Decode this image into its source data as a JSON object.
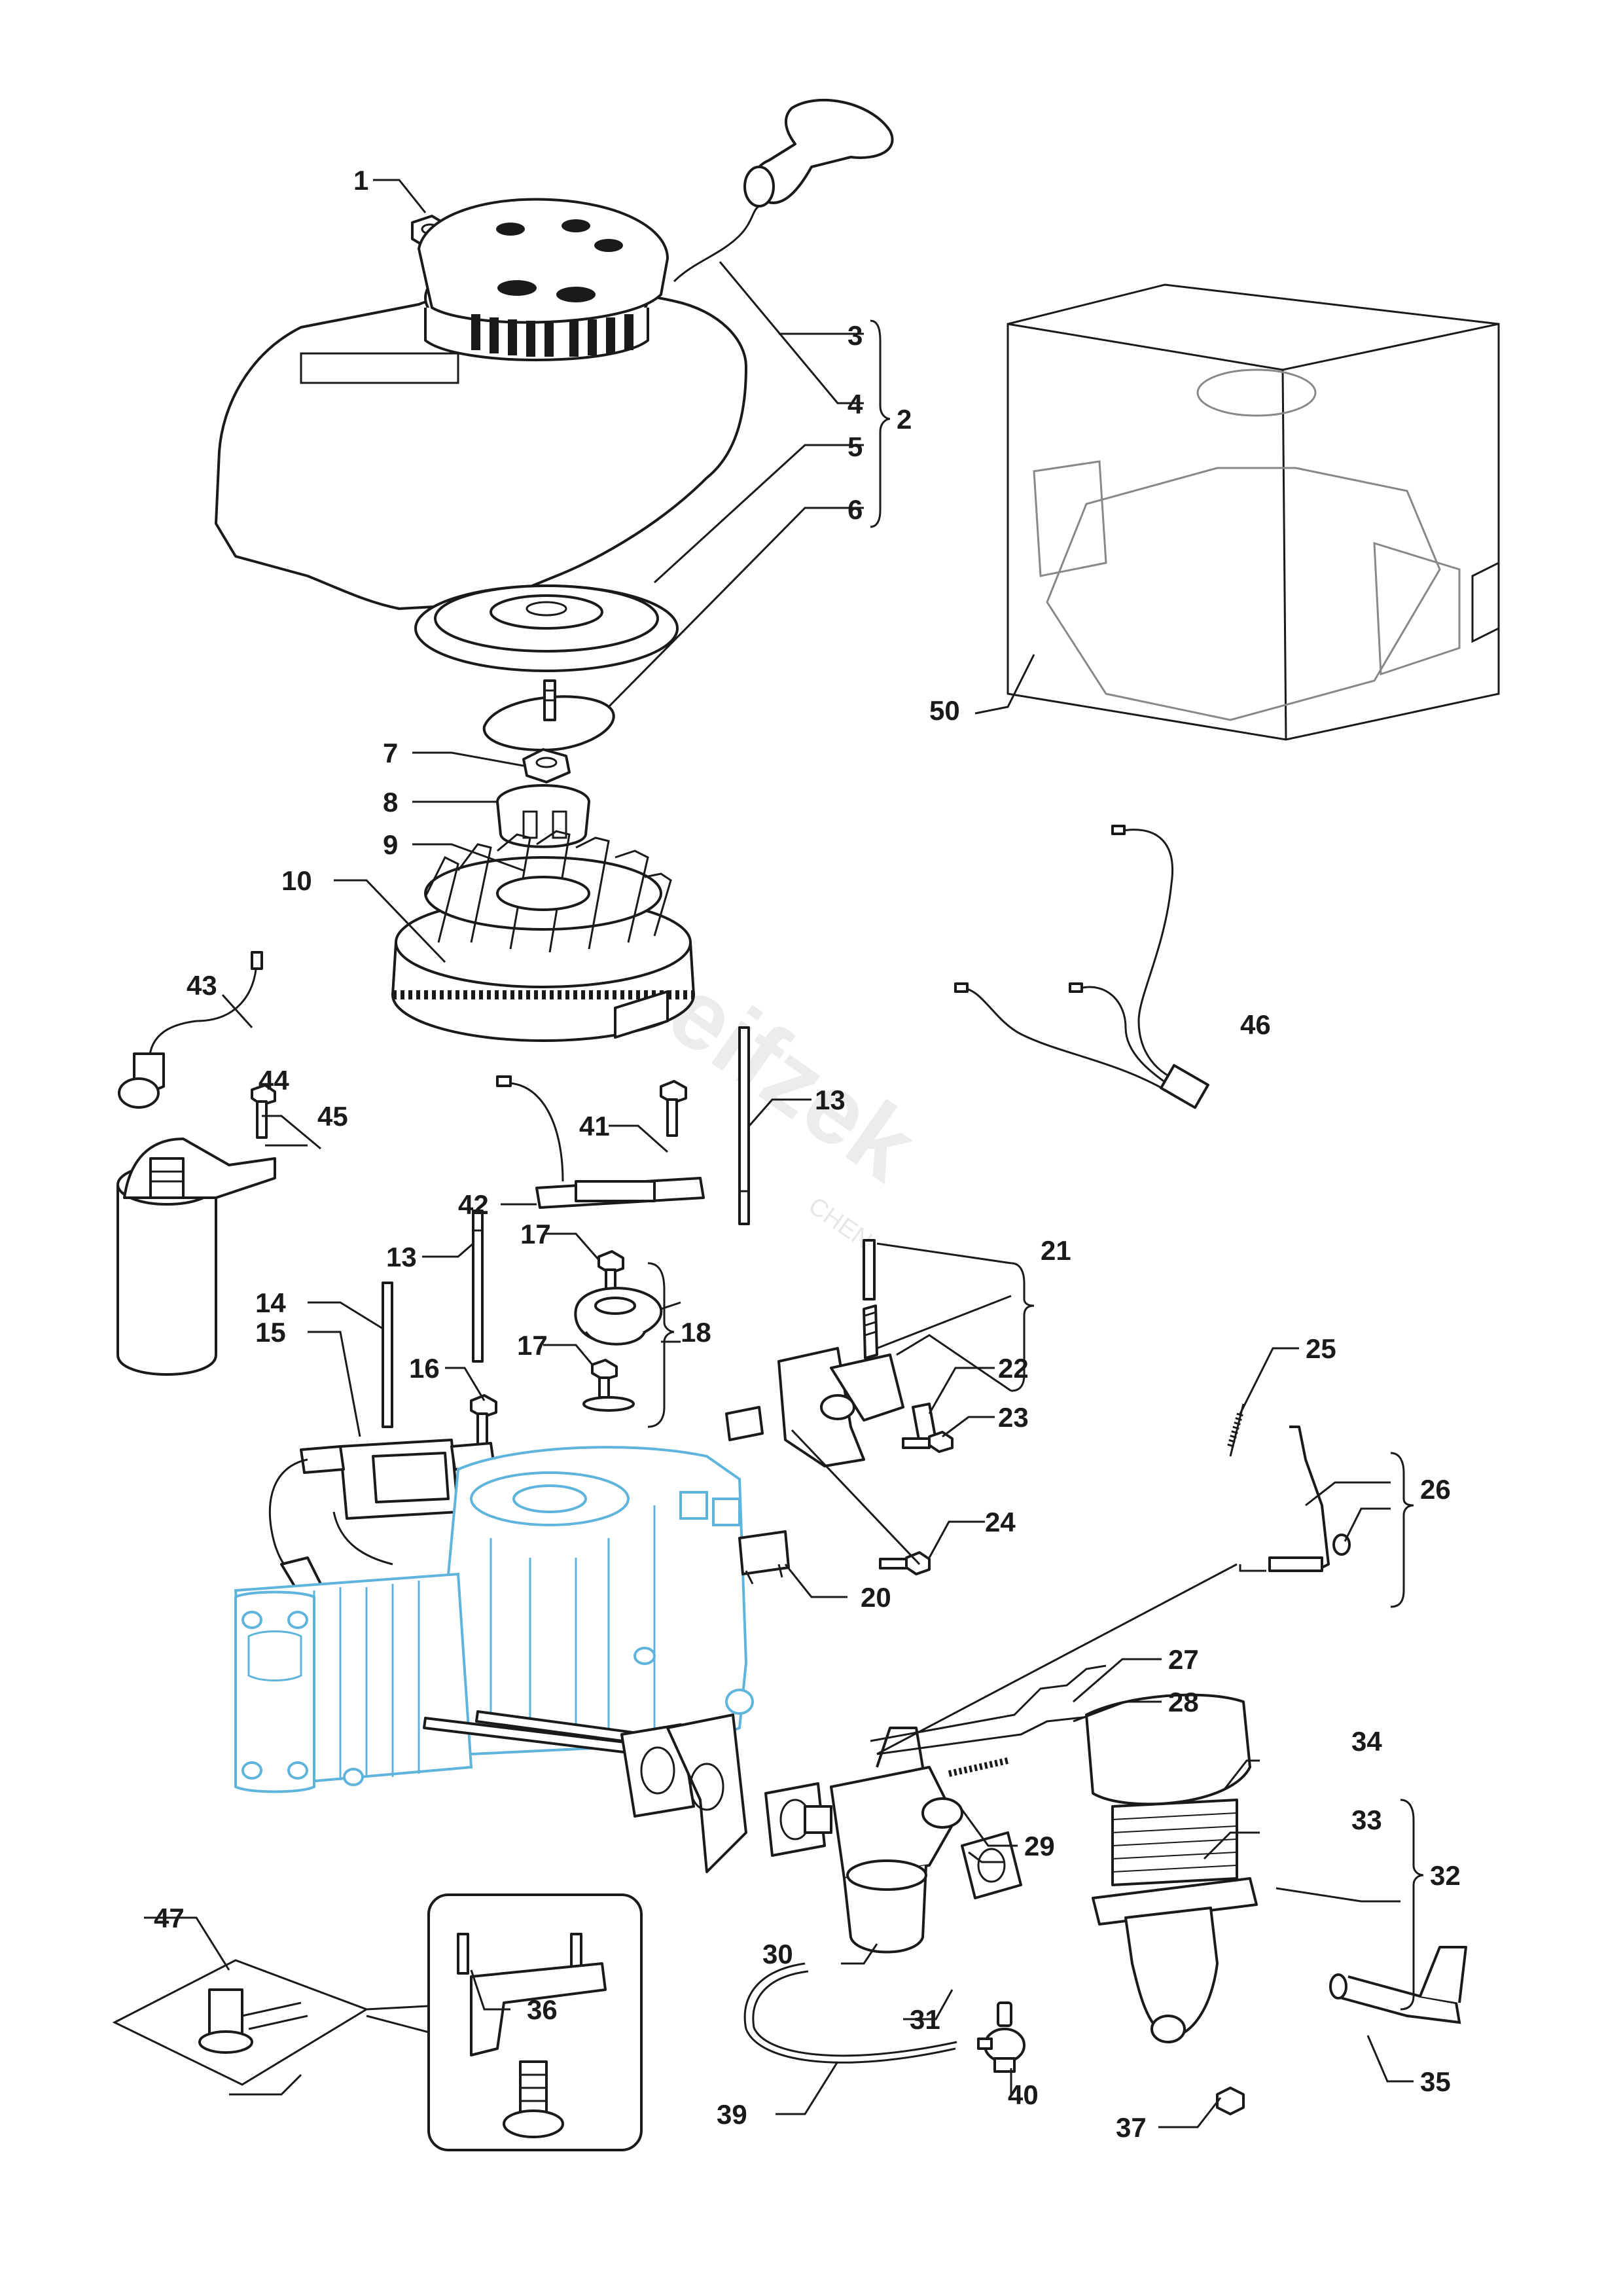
{
  "watermark": {
    "brand": "Streifzek",
    "sub": "CHEN"
  },
  "callouts": [
    {
      "key": "c1",
      "text": "1"
    },
    {
      "key": "c2",
      "text": "2"
    },
    {
      "key": "c3",
      "text": "3"
    },
    {
      "key": "c4",
      "text": "4"
    },
    {
      "key": "c5",
      "text": "5"
    },
    {
      "key": "c6",
      "text": "6"
    },
    {
      "key": "c7",
      "text": "7"
    },
    {
      "key": "c8",
      "text": "8"
    },
    {
      "key": "c9",
      "text": "9"
    },
    {
      "key": "c10",
      "text": "10"
    },
    {
      "key": "c13a",
      "text": "13"
    },
    {
      "key": "c13b",
      "text": "13"
    },
    {
      "key": "c14",
      "text": "14"
    },
    {
      "key": "c15",
      "text": "15"
    },
    {
      "key": "c16",
      "text": "16"
    },
    {
      "key": "c17a",
      "text": "17"
    },
    {
      "key": "c17b",
      "text": "17"
    },
    {
      "key": "c18",
      "text": "18"
    },
    {
      "key": "c20",
      "text": "20"
    },
    {
      "key": "c21",
      "text": "21"
    },
    {
      "key": "c22",
      "text": "22"
    },
    {
      "key": "c23",
      "text": "23"
    },
    {
      "key": "c24",
      "text": "24"
    },
    {
      "key": "c25",
      "text": "25"
    },
    {
      "key": "c26",
      "text": "26"
    },
    {
      "key": "c27",
      "text": "27"
    },
    {
      "key": "c28",
      "text": "28"
    },
    {
      "key": "c29",
      "text": "29"
    },
    {
      "key": "c30",
      "text": "30"
    },
    {
      "key": "c31",
      "text": "31"
    },
    {
      "key": "c32",
      "text": "32"
    },
    {
      "key": "c33",
      "text": "33"
    },
    {
      "key": "c34",
      "text": "34"
    },
    {
      "key": "c35",
      "text": "35"
    },
    {
      "key": "c36",
      "text": "36"
    },
    {
      "key": "c37",
      "text": "37"
    },
    {
      "key": "c39",
      "text": "39"
    },
    {
      "key": "c40",
      "text": "40"
    },
    {
      "key": "c41",
      "text": "41"
    },
    {
      "key": "c42",
      "text": "42"
    },
    {
      "key": "c43",
      "text": "43"
    },
    {
      "key": "c44",
      "text": "44"
    },
    {
      "key": "c45",
      "text": "45"
    },
    {
      "key": "c46",
      "text": "46"
    },
    {
      "key": "c47",
      "text": "47"
    },
    {
      "key": "c50",
      "text": "50"
    }
  ],
  "colors": {
    "ink": "#1a1a1a",
    "engine_block": "#5fb4dc",
    "watermark": "#dddddd"
  }
}
